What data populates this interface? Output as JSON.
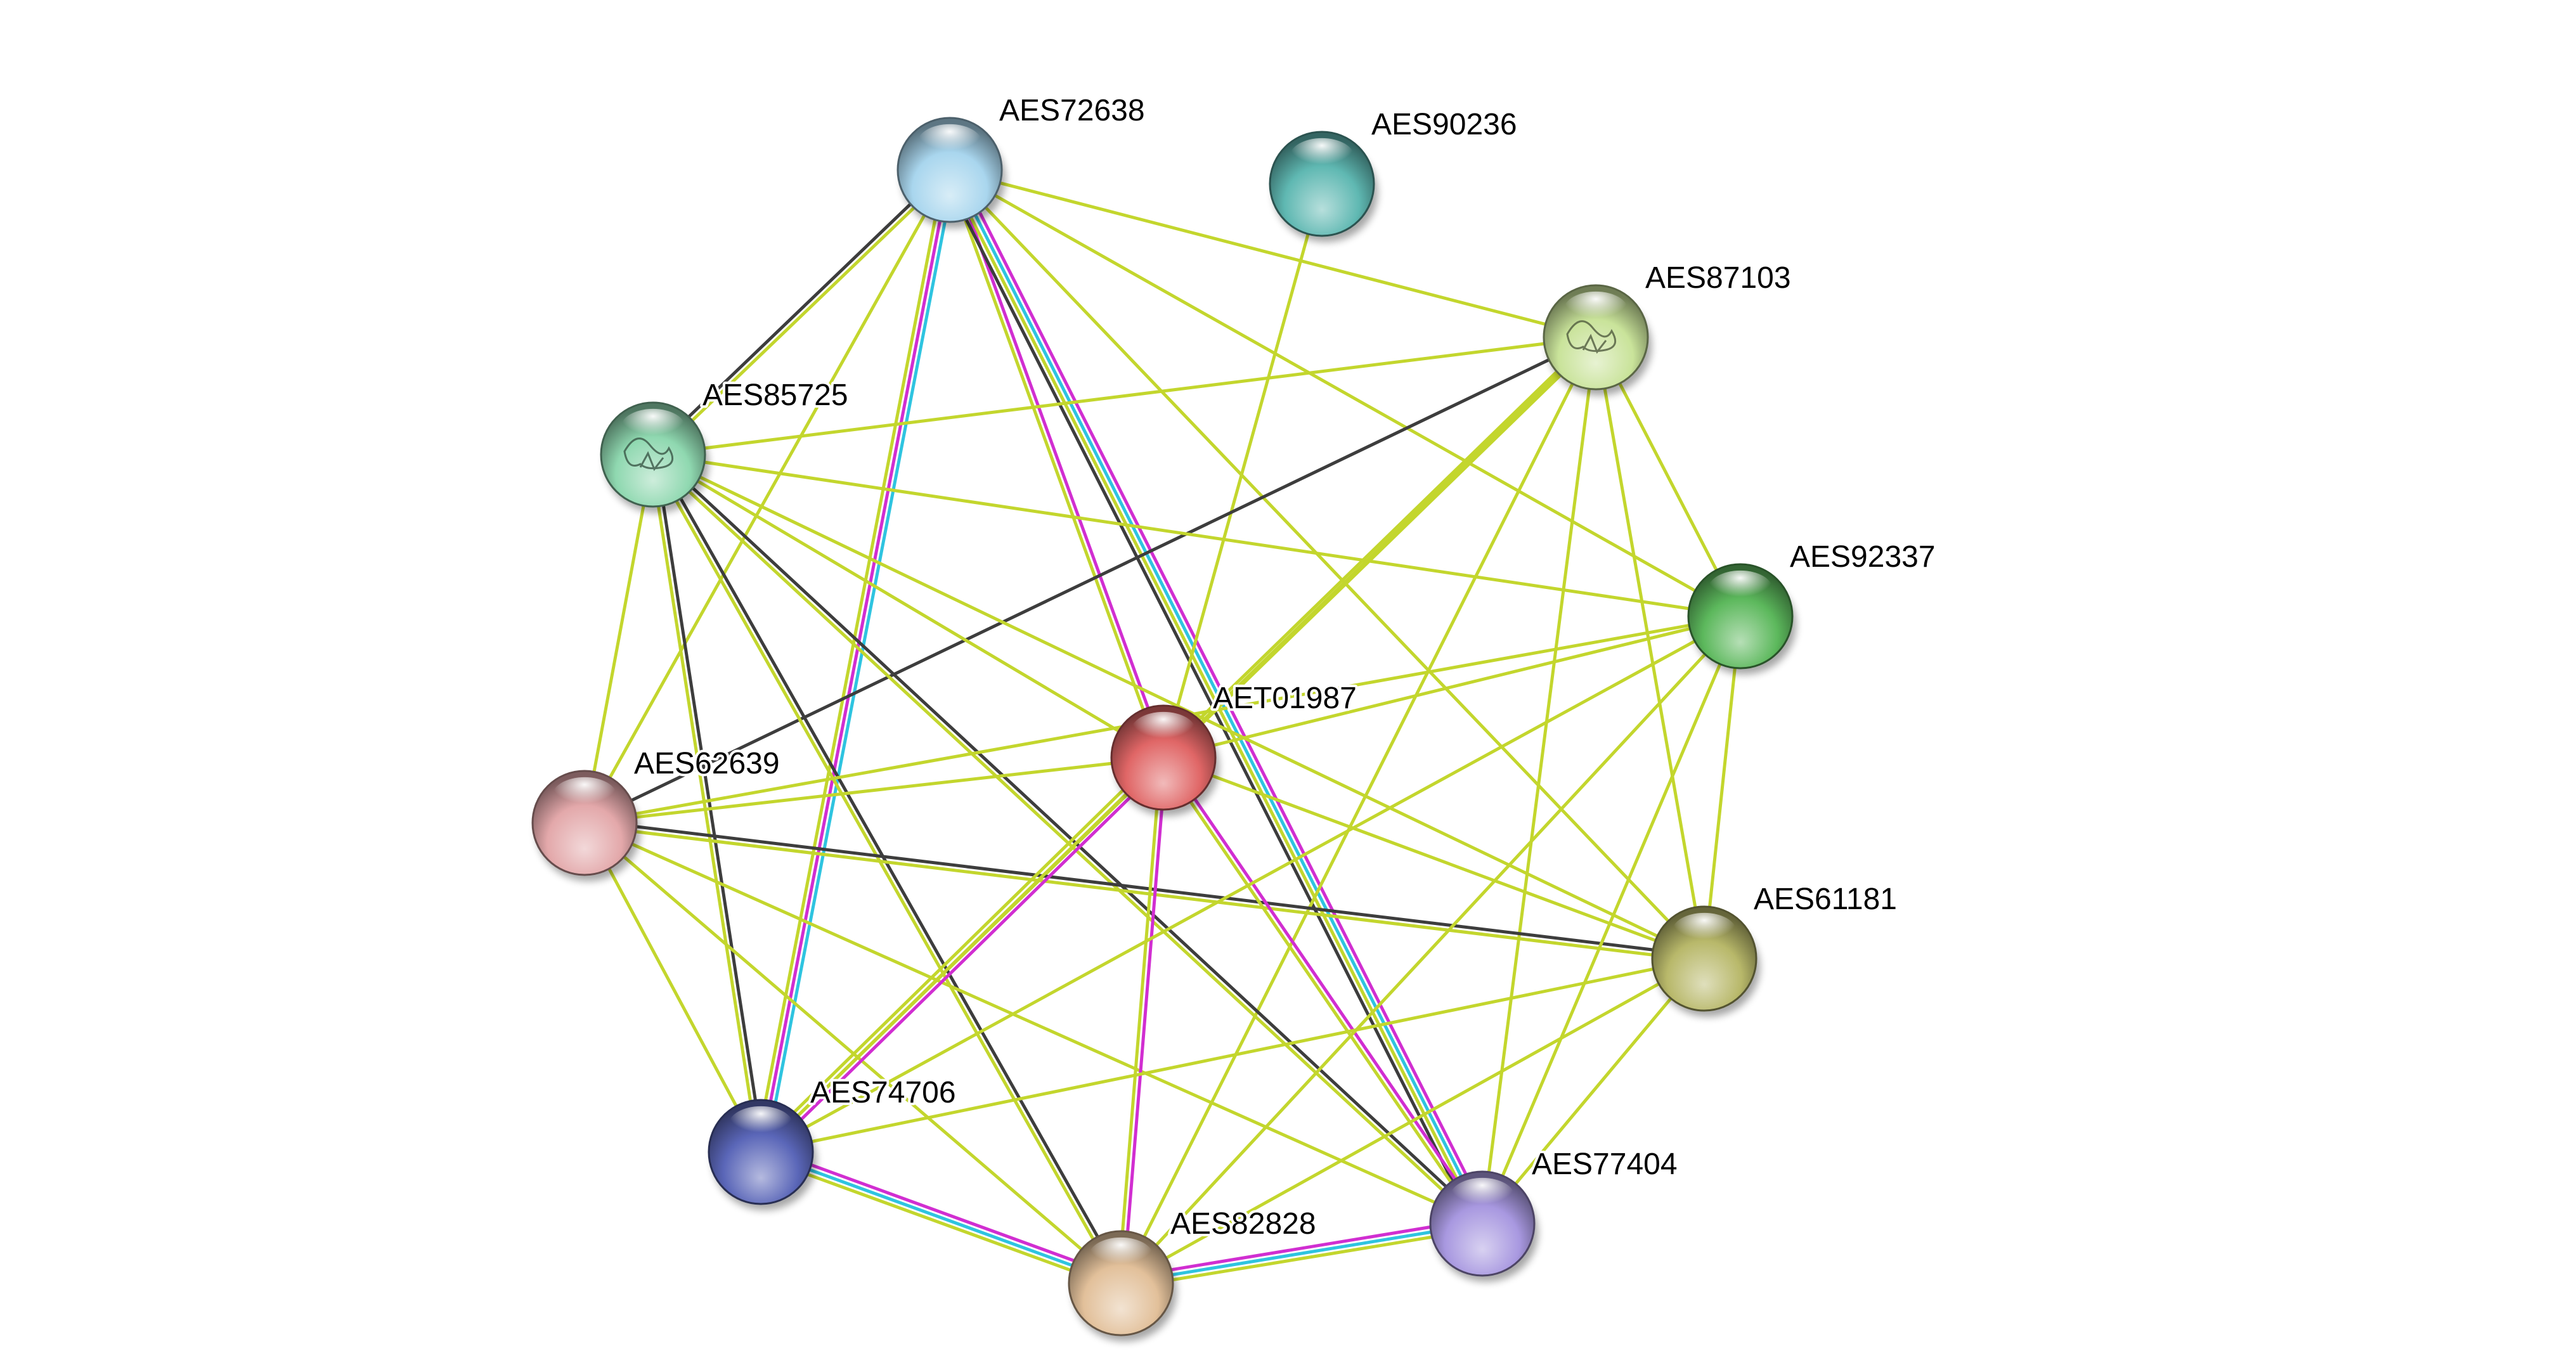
{
  "network": {
    "nodes": [
      {
        "id": "AES72638",
        "label": "AES72638",
        "color": "#a9d6ee",
        "structure": false
      },
      {
        "id": "AES90236",
        "label": "AES90236",
        "color": "#5fb8b2",
        "structure": false
      },
      {
        "id": "AES87103",
        "label": "AES87103",
        "color": "#c9e39a",
        "structure": true
      },
      {
        "id": "AES85725",
        "label": "AES85725",
        "color": "#8fd8b0",
        "structure": true
      },
      {
        "id": "AES92337",
        "label": "AES92337",
        "color": "#5cb85c",
        "structure": false
      },
      {
        "id": "AET01987",
        "label": "AET01987",
        "color": "#e06666",
        "structure": false
      },
      {
        "id": "AES62639",
        "label": "AES62639",
        "color": "#e3a8aa",
        "structure": false
      },
      {
        "id": "AES61181",
        "label": "AES61181",
        "color": "#b8b86a",
        "structure": false
      },
      {
        "id": "AES74706",
        "label": "AES74706",
        "color": "#5a66b8",
        "structure": false
      },
      {
        "id": "AES77404",
        "label": "AES77404",
        "color": "#a898e0",
        "structure": false
      },
      {
        "id": "AES82828",
        "label": "AES82828",
        "color": "#e2c09a",
        "structure": false
      }
    ],
    "edges": [
      {
        "a": "AES72638",
        "b": "AES85725",
        "types": [
          "text",
          "coexp"
        ]
      },
      {
        "a": "AES72638",
        "b": "AES62639",
        "types": [
          "text"
        ]
      },
      {
        "a": "AES72638",
        "b": "AES74706",
        "types": [
          "db",
          "exp",
          "text"
        ]
      },
      {
        "a": "AES72638",
        "b": "AET01987",
        "types": [
          "exp",
          "text"
        ]
      },
      {
        "a": "AES72638",
        "b": "AES77404",
        "types": [
          "exp",
          "db",
          "text",
          "coexp"
        ]
      },
      {
        "a": "AES72638",
        "b": "AES87103",
        "types": [
          "text"
        ]
      },
      {
        "a": "AES72638",
        "b": "AES92337",
        "types": [
          "text"
        ]
      },
      {
        "a": "AES72638",
        "b": "AES61181",
        "types": [
          "text"
        ]
      },
      {
        "a": "AES90236",
        "b": "AET01987",
        "types": [
          "text"
        ]
      },
      {
        "a": "AES87103",
        "b": "AES85725",
        "types": [
          "text"
        ]
      },
      {
        "a": "AES87103",
        "b": "AES62639",
        "types": [
          "coexp"
        ]
      },
      {
        "a": "AES87103",
        "b": "AET01987",
        "types": [
          "text",
          "text"
        ]
      },
      {
        "a": "AES87103",
        "b": "AES92337",
        "types": [
          "text"
        ]
      },
      {
        "a": "AES87103",
        "b": "AES61181",
        "types": [
          "text"
        ]
      },
      {
        "a": "AES87103",
        "b": "AES77404",
        "types": [
          "text"
        ]
      },
      {
        "a": "AES87103",
        "b": "AES82828",
        "types": [
          "text"
        ]
      },
      {
        "a": "AES87103",
        "b": "AES74706",
        "types": [
          "text"
        ]
      },
      {
        "a": "AES85725",
        "b": "AES62639",
        "types": [
          "text"
        ]
      },
      {
        "a": "AES85725",
        "b": "AES74706",
        "types": [
          "coexp",
          "text"
        ]
      },
      {
        "a": "AES85725",
        "b": "AES82828",
        "types": [
          "coexp",
          "text"
        ]
      },
      {
        "a": "AES85725",
        "b": "AES77404",
        "types": [
          "coexp",
          "text"
        ]
      },
      {
        "a": "AES85725",
        "b": "AET01987",
        "types": [
          "text"
        ]
      },
      {
        "a": "AES85725",
        "b": "AES92337",
        "types": [
          "text"
        ]
      },
      {
        "a": "AES85725",
        "b": "AES61181",
        "types": [
          "text"
        ]
      },
      {
        "a": "AES62639",
        "b": "AET01987",
        "types": [
          "text"
        ]
      },
      {
        "a": "AES62639",
        "b": "AES92337",
        "types": [
          "text"
        ]
      },
      {
        "a": "AES62639",
        "b": "AES61181",
        "types": [
          "coexp",
          "text"
        ]
      },
      {
        "a": "AES62639",
        "b": "AES74706",
        "types": [
          "text"
        ]
      },
      {
        "a": "AES62639",
        "b": "AES82828",
        "types": [
          "text"
        ]
      },
      {
        "a": "AES62639",
        "b": "AES77404",
        "types": [
          "text"
        ]
      },
      {
        "a": "AET01987",
        "b": "AES74706",
        "types": [
          "exp",
          "text",
          "text"
        ]
      },
      {
        "a": "AET01987",
        "b": "AES82828",
        "types": [
          "exp",
          "text"
        ]
      },
      {
        "a": "AET01987",
        "b": "AES77404",
        "types": [
          "exp",
          "text"
        ]
      },
      {
        "a": "AET01987",
        "b": "AES92337",
        "types": [
          "text"
        ]
      },
      {
        "a": "AET01987",
        "b": "AES61181",
        "types": [
          "text"
        ]
      },
      {
        "a": "AES92337",
        "b": "AES61181",
        "types": [
          "text"
        ]
      },
      {
        "a": "AES92337",
        "b": "AES74706",
        "types": [
          "text"
        ]
      },
      {
        "a": "AES92337",
        "b": "AES82828",
        "types": [
          "text"
        ]
      },
      {
        "a": "AES92337",
        "b": "AES77404",
        "types": [
          "text"
        ]
      },
      {
        "a": "AES61181",
        "b": "AES74706",
        "types": [
          "text"
        ]
      },
      {
        "a": "AES61181",
        "b": "AES82828",
        "types": [
          "text"
        ]
      },
      {
        "a": "AES61181",
        "b": "AES77404",
        "types": [
          "text"
        ]
      },
      {
        "a": "AES74706",
        "b": "AES82828",
        "types": [
          "exp",
          "db",
          "text"
        ]
      },
      {
        "a": "AES82828",
        "b": "AES77404",
        "types": [
          "exp",
          "db",
          "text"
        ]
      }
    ],
    "edge_colors": {
      "text": "#c3d62d",
      "coexp": "#3d3d3d",
      "exp": "#d12ed1",
      "db": "#2ec4e0"
    }
  }
}
